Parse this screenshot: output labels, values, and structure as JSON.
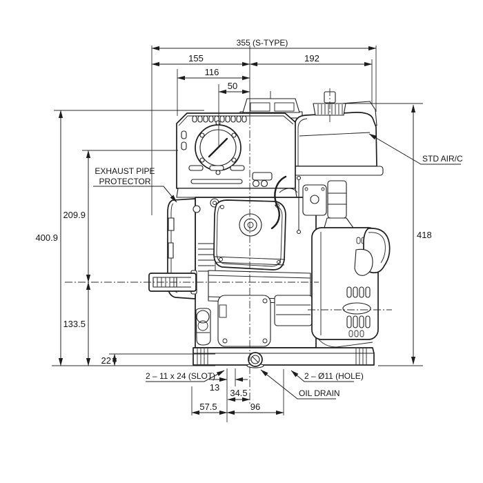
{
  "drawing": {
    "background": "#ffffff",
    "line_color": "#1d1d1d",
    "dimensions": {
      "overall_width": "355 (S-TYPE)",
      "width_left": "155",
      "width_right": "192",
      "width_inner": "116",
      "width_small": "50",
      "overall_height": "400.9",
      "upper_height": "209.9",
      "crank_height": "133.5",
      "foot_height": "22",
      "right_height": "418",
      "slot_offset": "13",
      "drain_offset": "34.5",
      "base_left": "57.5",
      "base_right": "96"
    },
    "callouts": {
      "exhaust_line1": "EXHAUST PIPE",
      "exhaust_line2": "PROTECTOR",
      "std_air": "STD AIR/C",
      "slot": "2 – 11 x 24 (SLOT)",
      "hole": "2 – Ø11 (HOLE)",
      "oil_drain": "OIL DRAIN"
    }
  }
}
